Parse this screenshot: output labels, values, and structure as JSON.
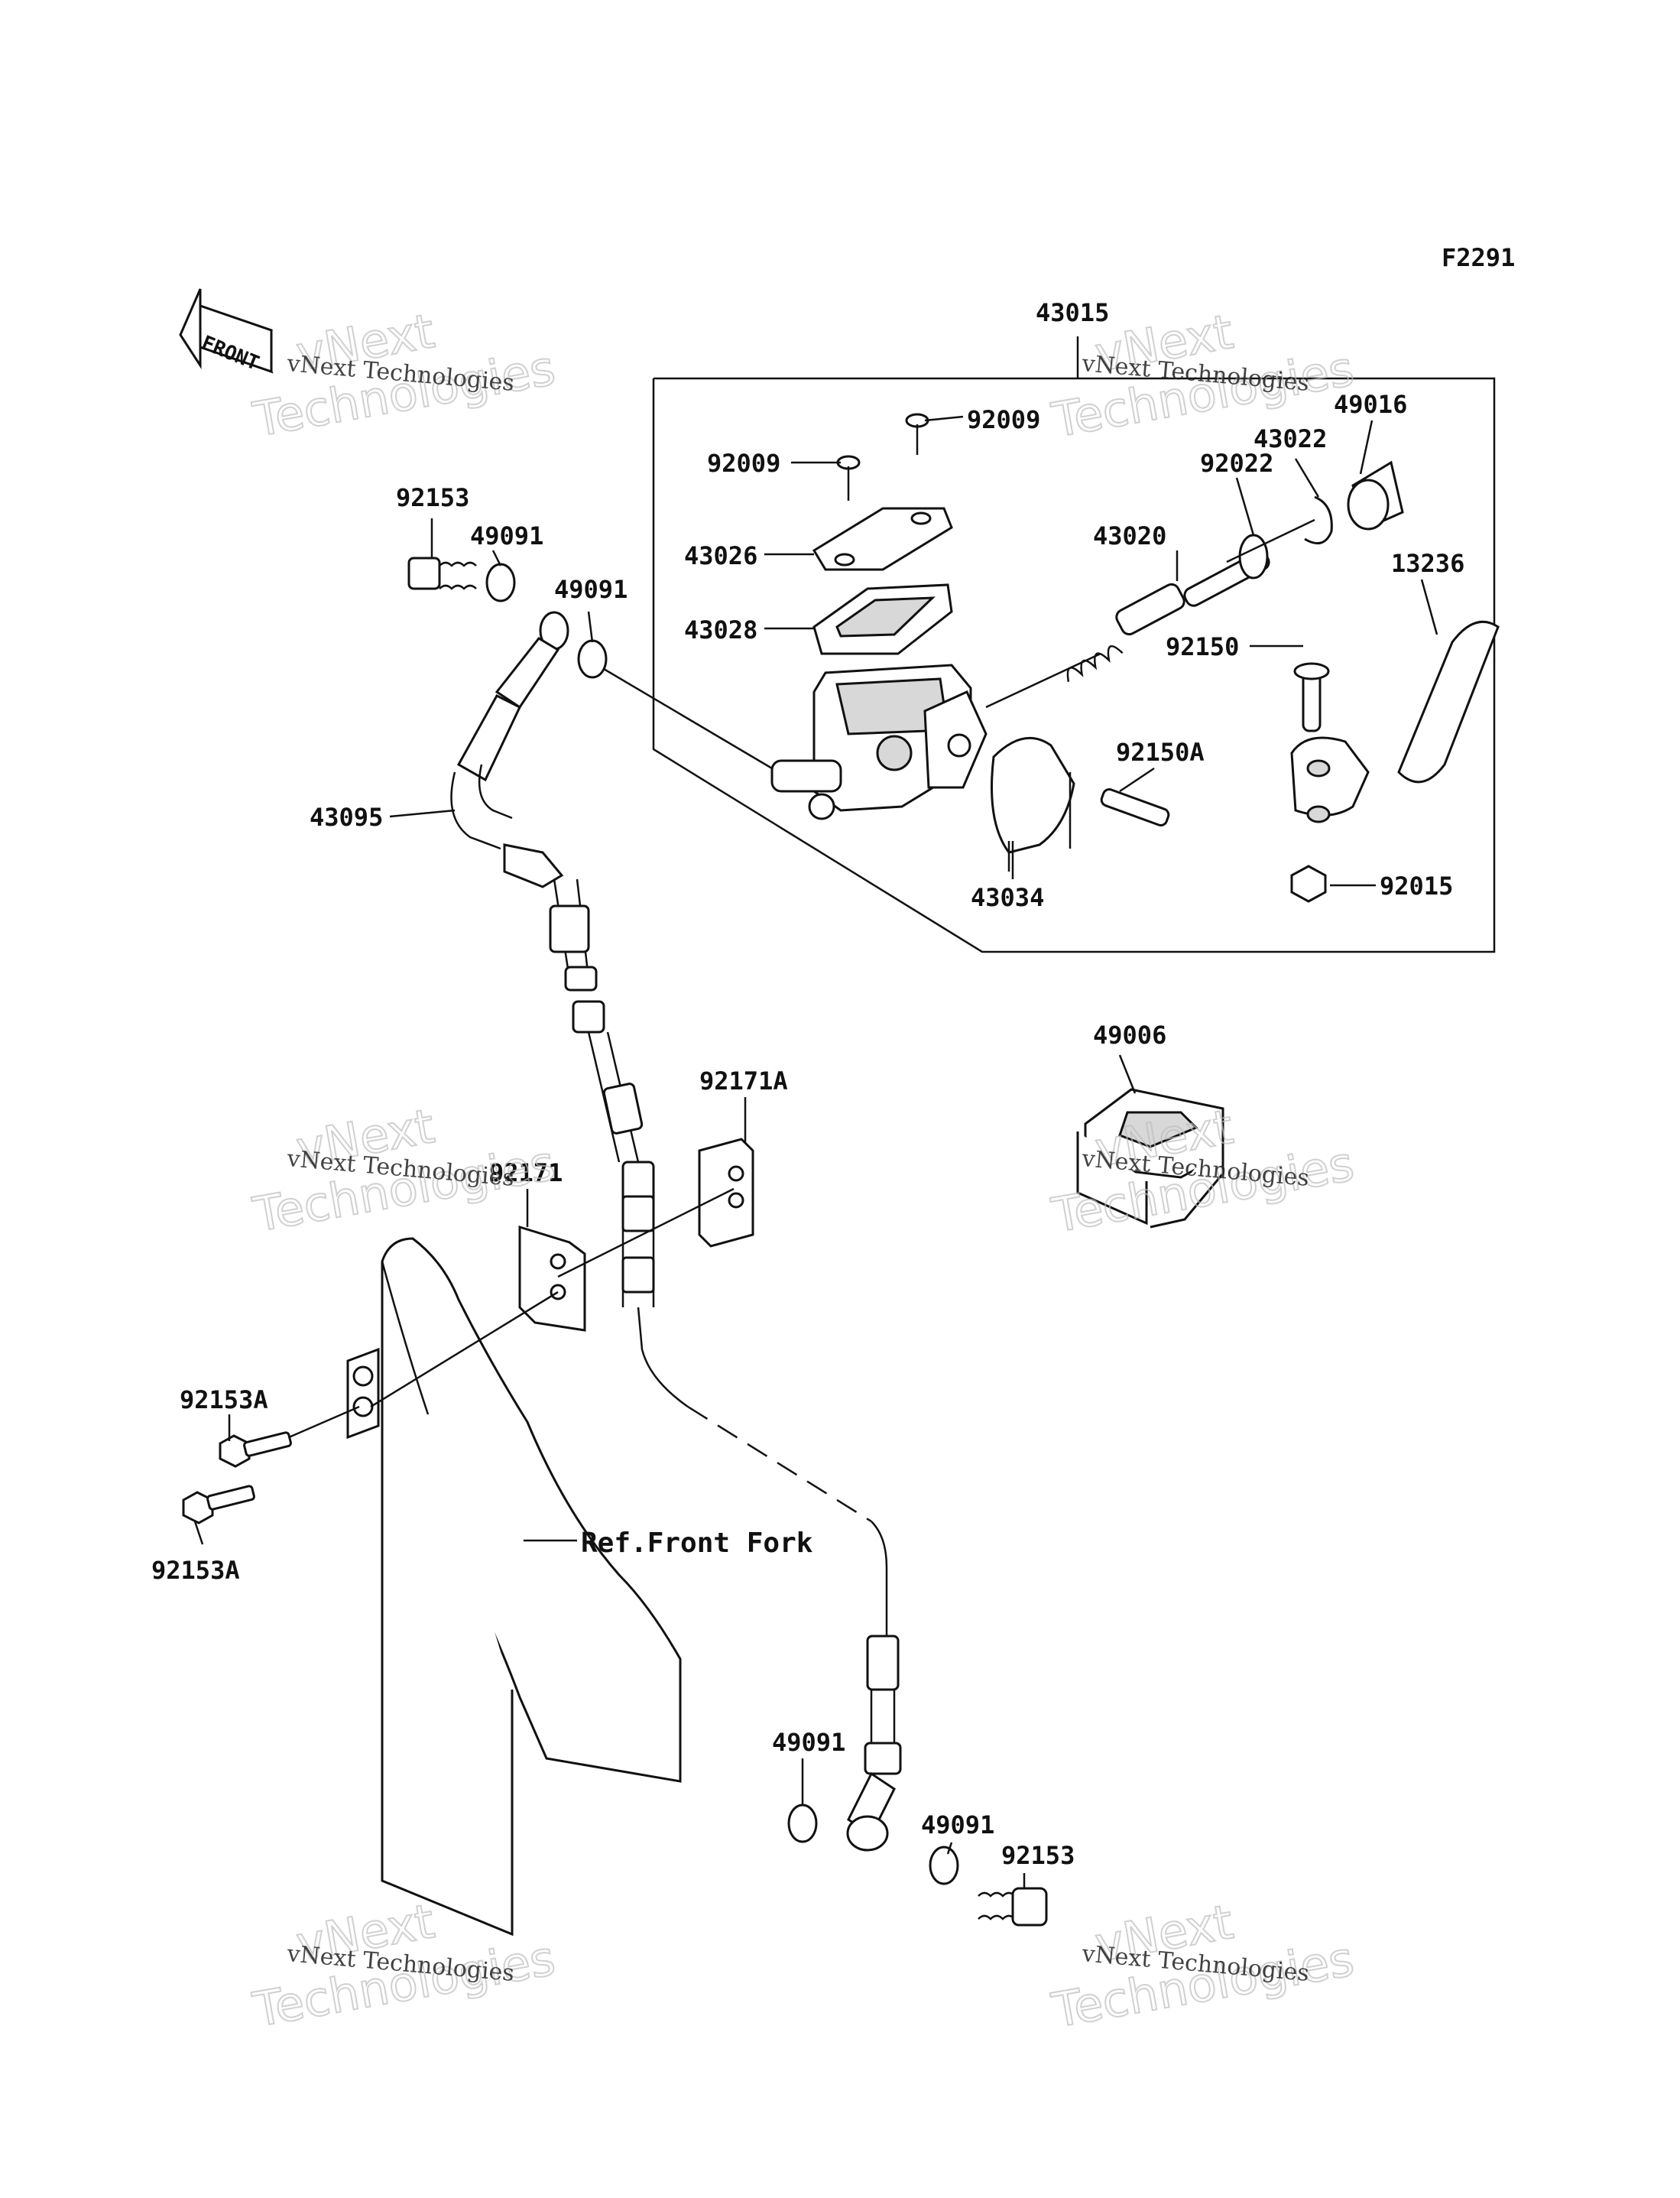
{
  "diagram": {
    "figure_code": "F2291",
    "front_badge": "FRONT",
    "reference_label": "Ref.Front Fork",
    "watermark": {
      "line1": "vNext Technologies",
      "line2a": "vNext",
      "line2b": "Technologies"
    },
    "labels": {
      "assembly": "43015",
      "screw_a": "92009",
      "screw_b": "92009",
      "cap": "43026",
      "diaphragm": "43028",
      "piston_kit": "43020",
      "washer_92022": "92022",
      "circlip": "43022",
      "boot": "49016",
      "lever": "13236",
      "pivot_bolt": "92150",
      "clamp_bolt": "92150A",
      "clamp": "43034",
      "nut": "92015",
      "banjo_top": "92153",
      "washer_top_a": "49091",
      "washer_top_b": "49091",
      "hose": "43095",
      "guard": "49006",
      "bracket_a": "92171A",
      "bracket": "92171",
      "fork_bolt_a": "92153A",
      "fork_bolt_b": "92153A",
      "washer_bot_a": "49091",
      "washer_bot_b": "49091",
      "banjo_bot": "92153"
    }
  }
}
